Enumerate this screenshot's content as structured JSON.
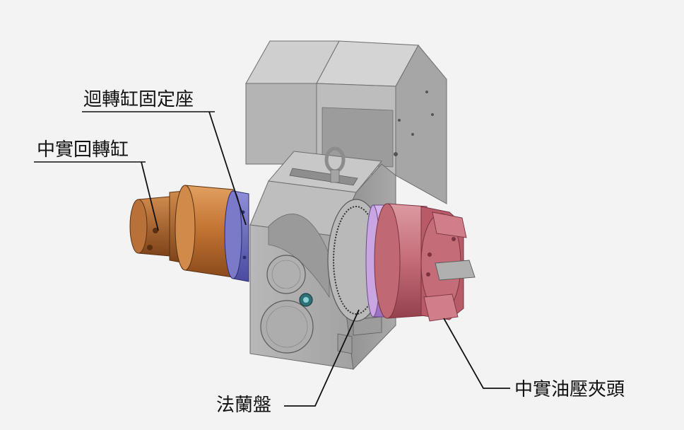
{
  "labels": {
    "rotary_cylinder_fixture": "迴轉缸固定座",
    "rotary_cylinder": "中實回轉缸",
    "flange_plate": "法蘭盤",
    "hydraulic_chuck": "中實油壓夾頭"
  },
  "colors": {
    "background": "#f3f3f3",
    "housing_gray": "#a9a9a9",
    "copper_cylinder": "#c97a3a",
    "blue_ring": "#6f6fc4",
    "pink_chuck": "#c9737e",
    "violet_ring": "#b892d6",
    "leader_line": "#111111"
  }
}
